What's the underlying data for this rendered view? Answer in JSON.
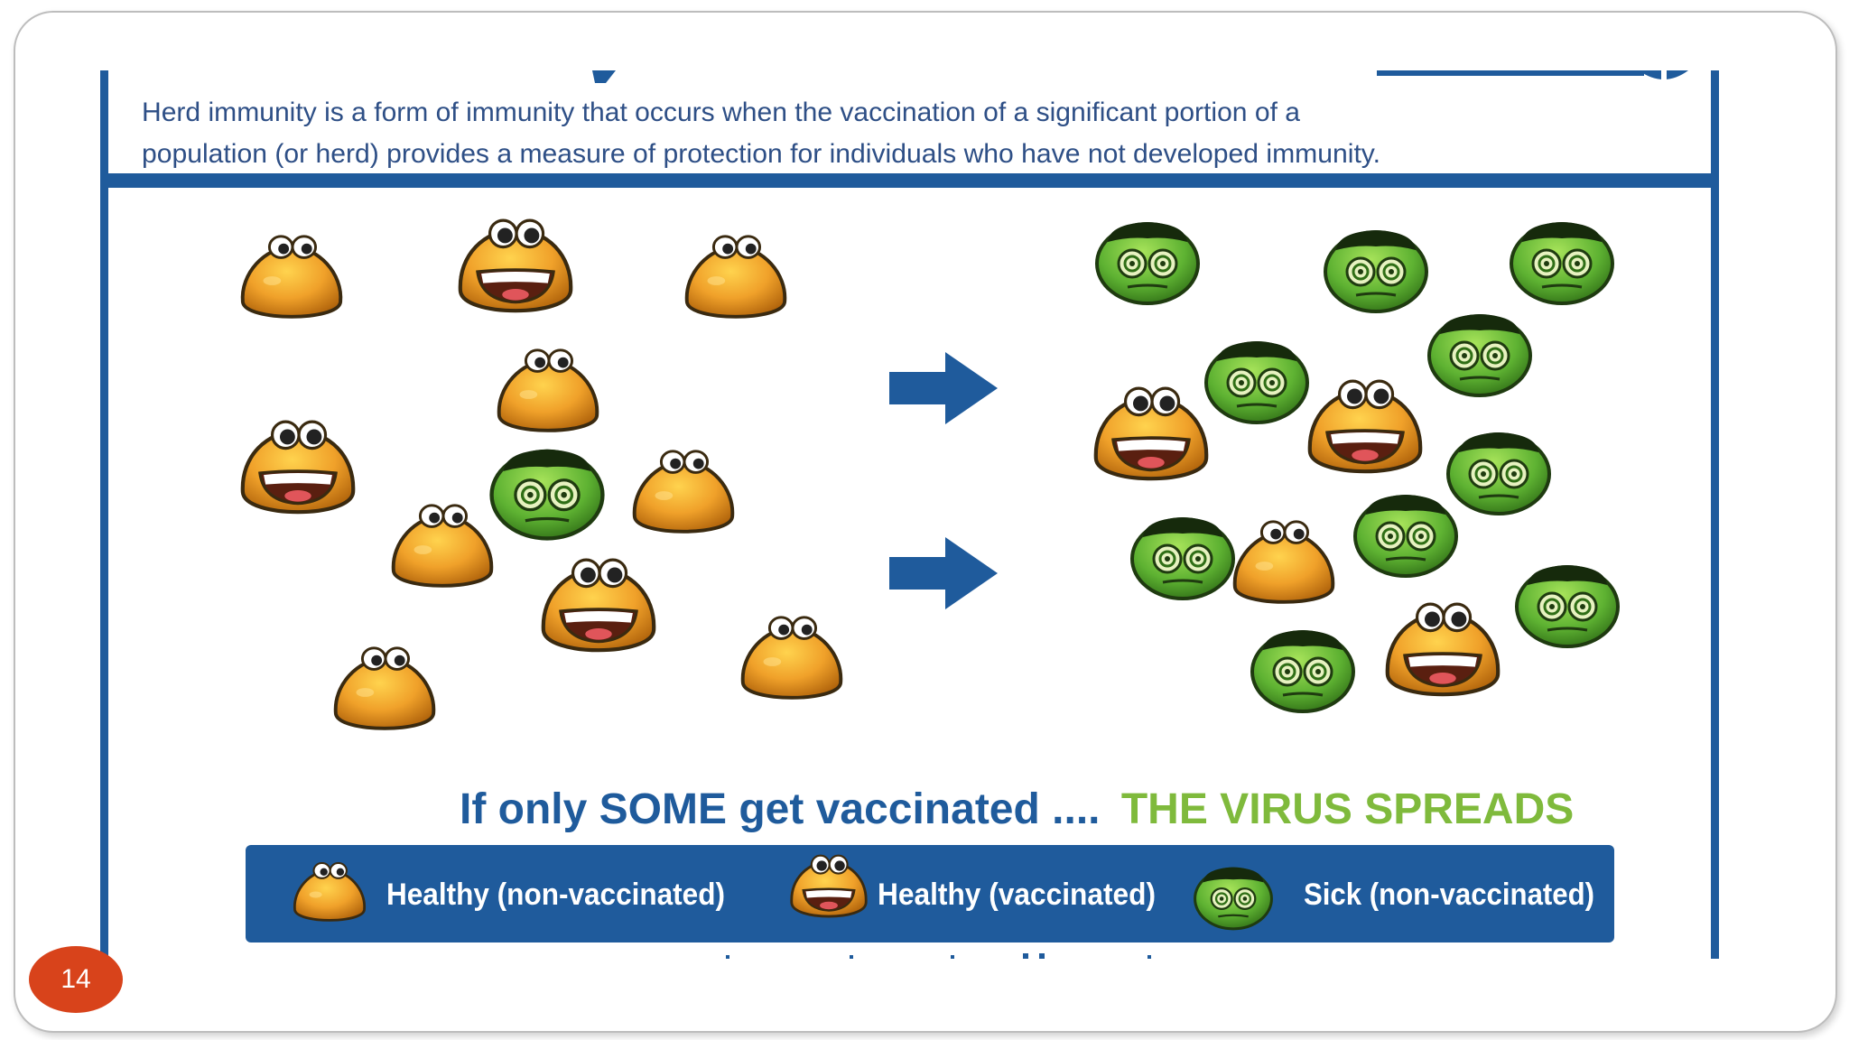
{
  "slide": {
    "page_number": "14"
  },
  "intro_text": {
    "line1": "Herd immunity is a form of immunity that occurs when the vaccination of a significant portion of a",
    "line2": "population (or herd) provides a measure of protection for individuals who have not developed immunity."
  },
  "caption": {
    "part1": "If only SOME get vaccinated ....",
    "part2": "THE VIRUS SPREADS"
  },
  "legend": [
    {
      "label": "Healthy (non-vaccinated)",
      "icon": "healthy-nonvaccinated-icon"
    },
    {
      "label": "Healthy (vaccinated)",
      "icon": "healthy-vaccinated-icon"
    },
    {
      "label": "Sick (non-vaccinated)",
      "icon": "sick-nonvaccinated-icon"
    }
  ],
  "colors": {
    "frame_blue": "#1f5b9c",
    "caption_blue": "#1f5b9c",
    "caption_green": "#7fba3c",
    "body_text": "#2e4f86",
    "healthy_orange": "#e8981e",
    "sick_green": "#63b33a",
    "page_badge": "#d8431b"
  }
}
